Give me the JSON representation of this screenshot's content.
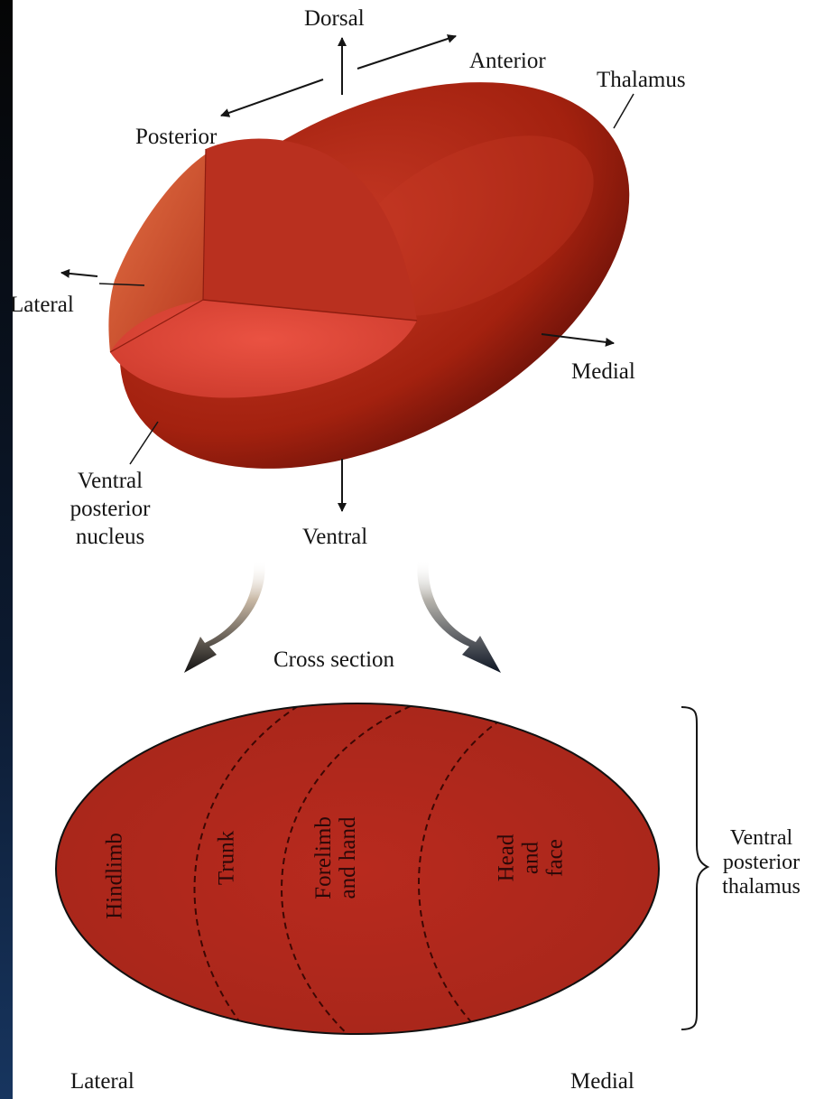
{
  "colors": {
    "background": "#ffffff",
    "tissue": "#b4281c",
    "tissue_dark": "#5e0e07",
    "tissue_light": "#d8553b",
    "cut_face": "#e0473a",
    "label_text": "#151515",
    "arrow_gradient_end": "#0d1524"
  },
  "top_view": {
    "directions": {
      "dorsal": "Dorsal",
      "anterior": "Anterior",
      "posterior": "Posterior",
      "lateral": "Lateral",
      "medial": "Medial",
      "ventral": "Ventral"
    },
    "structure_label": "Thalamus",
    "nucleus_label": [
      "Ventral",
      "posterior",
      "nucleus"
    ]
  },
  "transition_label": "Cross section",
  "cross_section": {
    "regions": [
      "Hindlimb",
      "Trunk",
      "Forelimb\nand hand",
      "Head\nand\nface"
    ],
    "bottom_left": "Lateral",
    "bottom_right": "Medial",
    "bracket_label": [
      "Ventral",
      "posterior",
      "thalamus"
    ]
  }
}
